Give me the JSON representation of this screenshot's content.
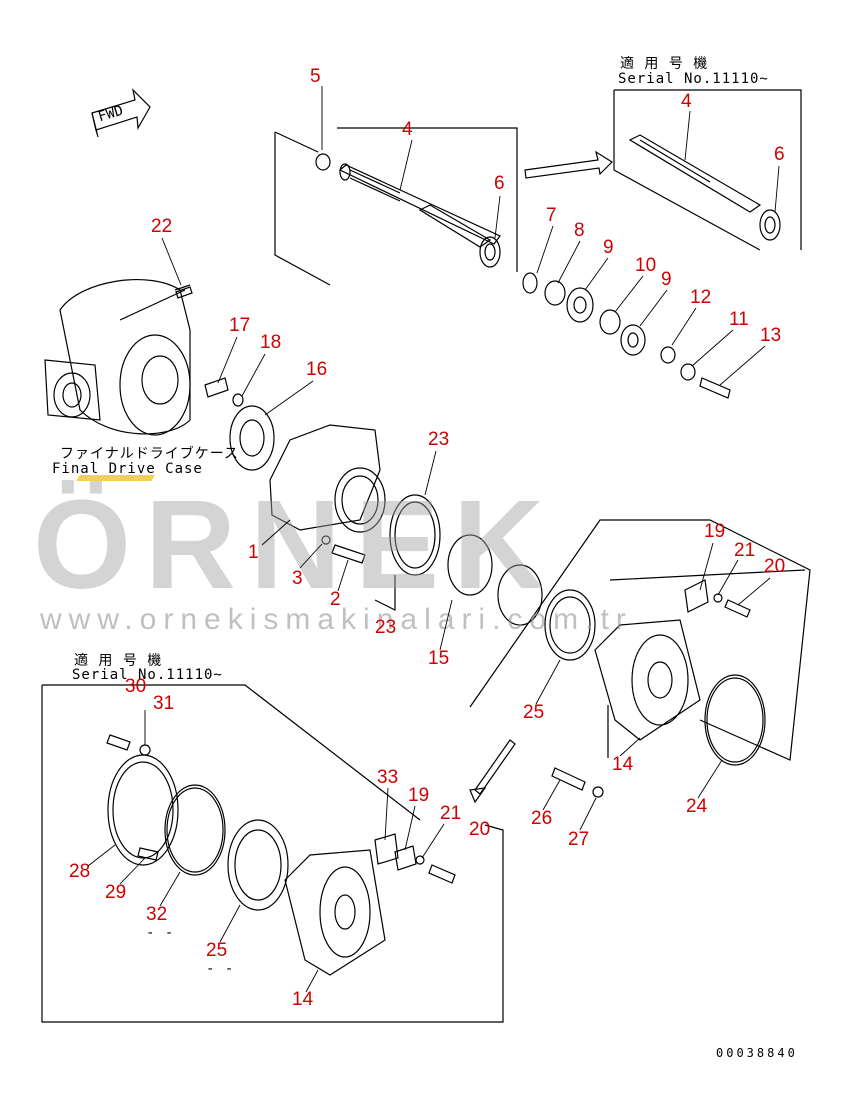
{
  "diagram": {
    "doc_number": "00038840",
    "fwd_label": "FWD",
    "case_label_jp": "ファイナルドライブケース",
    "case_label_en": "Final Drive Case",
    "serial_jp": "適 用 号 機",
    "serial_en": "Serial No.11110~",
    "serial_en_bottom": "Serial No.11110~",
    "watermark_main": "ÖRNEK",
    "watermark_url": "www.ornekismakinalari.com.tr",
    "dash_marks": "- -",
    "colors": {
      "line": "#000000",
      "callout": "#d10000",
      "watermark": "#c9c9c9",
      "accent": "#f2d24a"
    }
  },
  "callouts": [
    "5",
    "4",
    "4",
    "6",
    "6",
    "22",
    "7",
    "8",
    "9",
    "10",
    "9",
    "12",
    "11",
    "13",
    "17",
    "18",
    "16",
    "23",
    "1",
    "3",
    "2",
    "23",
    "15",
    "19",
    "21",
    "20",
    "25",
    "14",
    "24",
    "30",
    "31",
    "33",
    "19",
    "21",
    "20",
    "26",
    "27",
    "28",
    "29",
    "32",
    "25",
    "14"
  ]
}
